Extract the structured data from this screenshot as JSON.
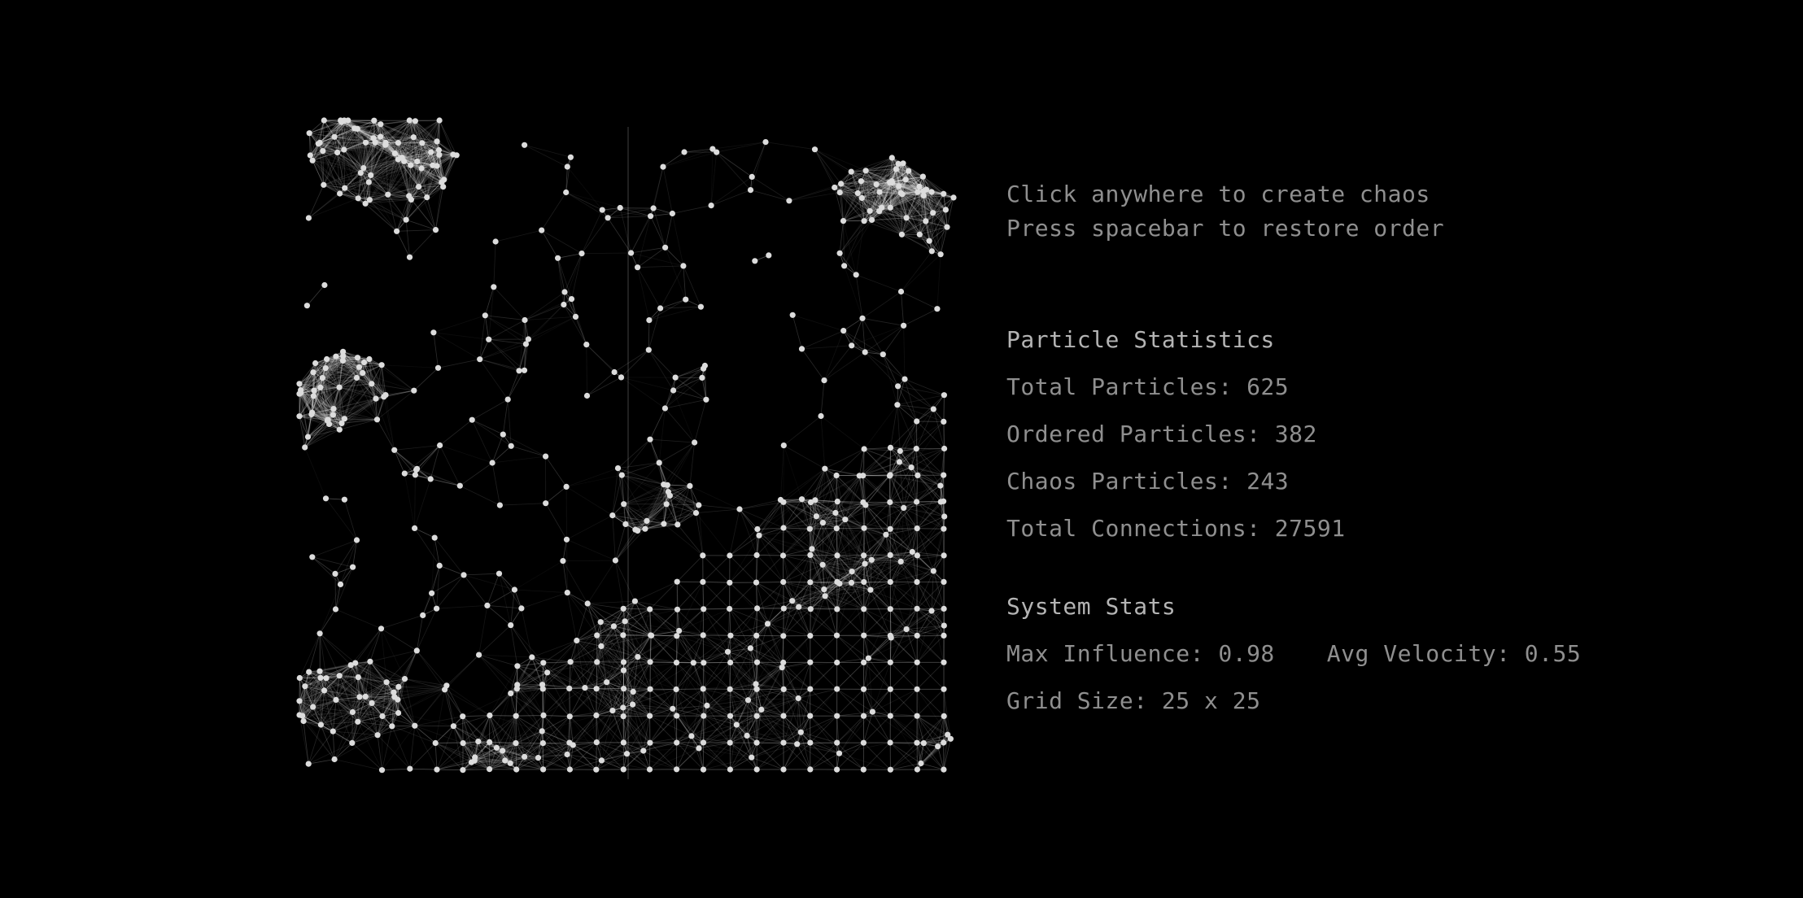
{
  "instructions": {
    "line1": "Click anywhere to create chaos",
    "line2": "Press spacebar to restore order"
  },
  "particle_stats": {
    "title": "Particle Statistics",
    "total_particles": "Total Particles: 625",
    "ordered_particles": "Ordered Particles: 382",
    "chaos_particles": "Chaos Particles: 243",
    "total_connections": "Total Connections: 27591"
  },
  "system_stats": {
    "title": "System Stats",
    "max_influence": "Max Influence: 0.98",
    "avg_velocity": "Avg Velocity: 0.55",
    "grid_size": "Grid Size: 25 x 25"
  },
  "colors": {
    "background": "#000000",
    "particle": "#dcdcdc",
    "text": "#8f8f8f",
    "heading": "#b4b4b4"
  }
}
